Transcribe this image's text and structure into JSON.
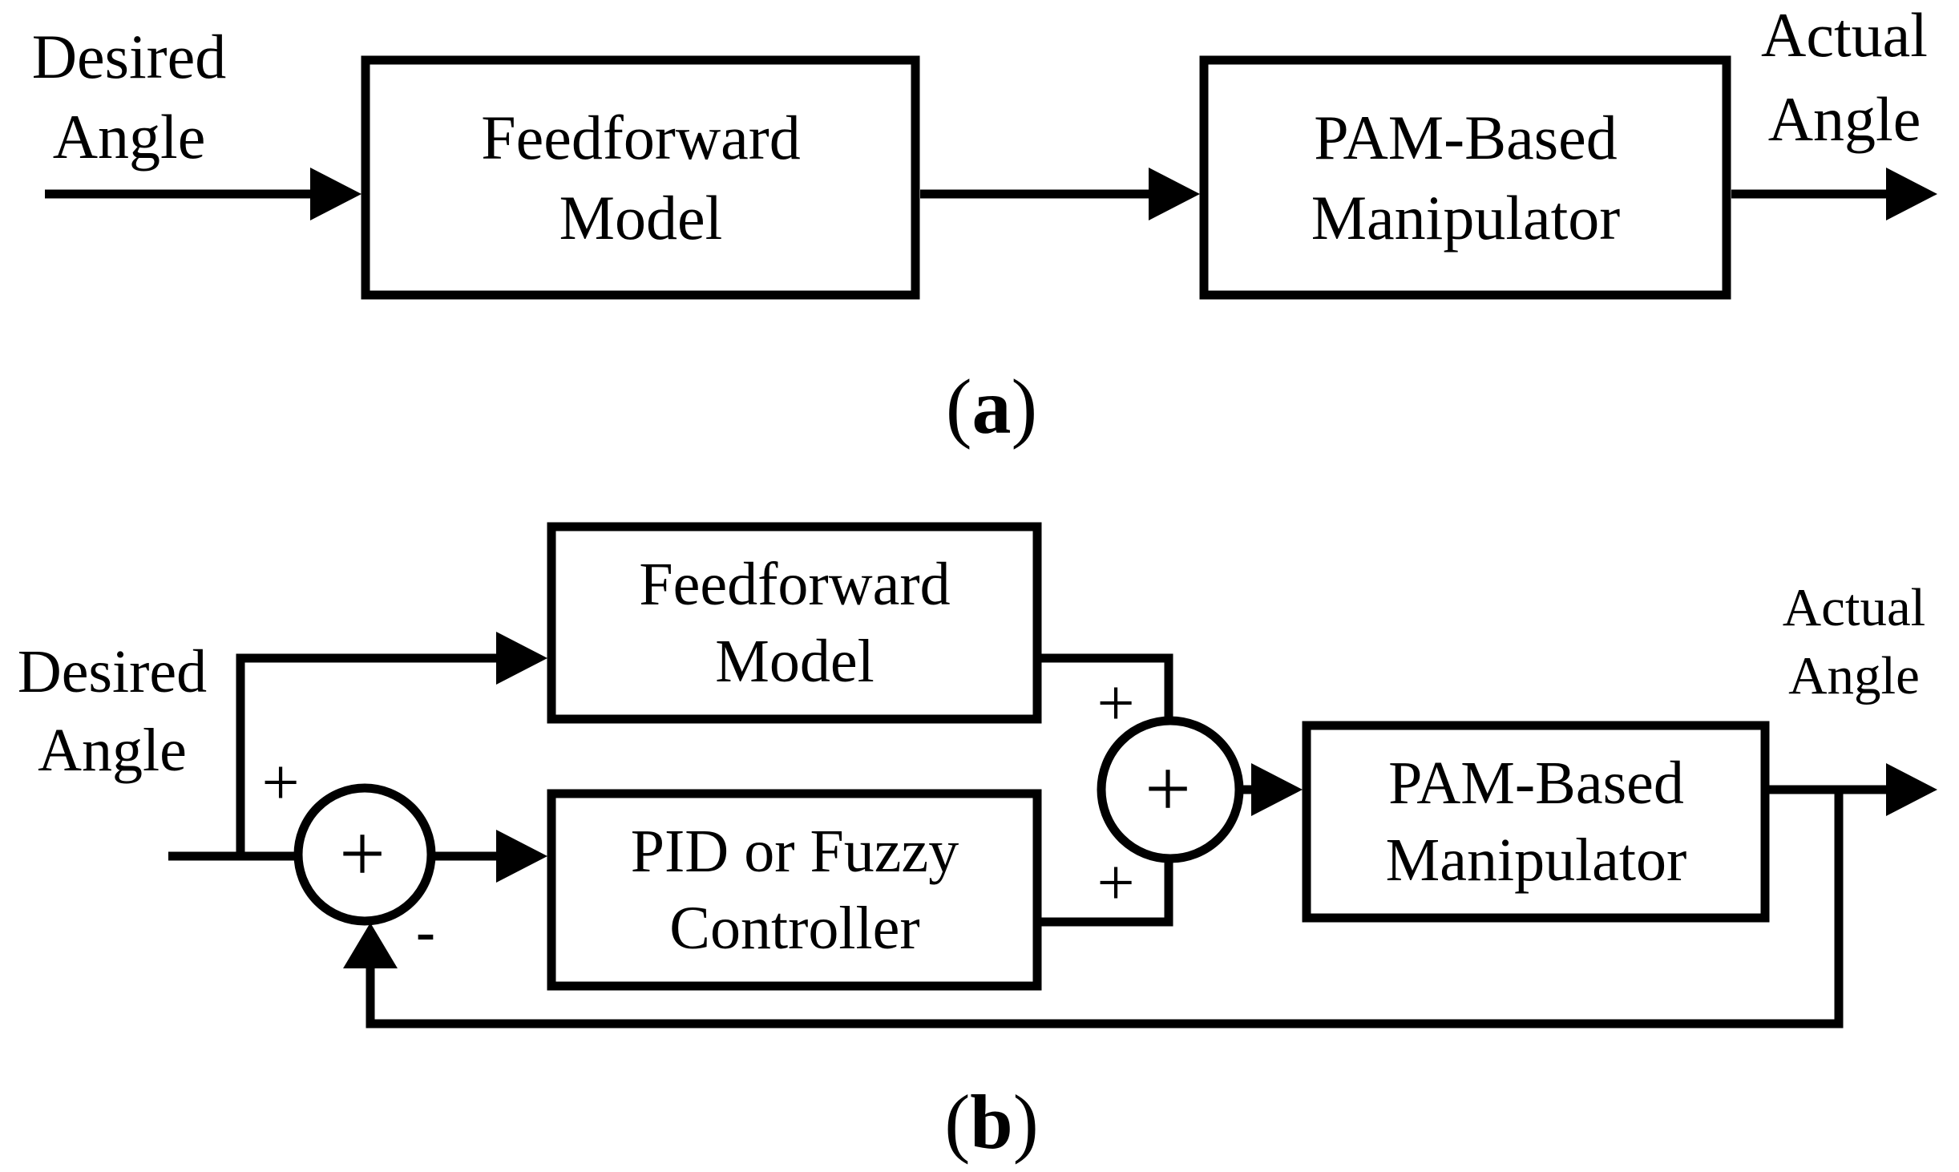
{
  "figure": {
    "background_color": "#ffffff",
    "ink_color": "#000000"
  },
  "diagram_a": {
    "caption_open": "(",
    "caption_letter": "a",
    "caption_close": ")",
    "input_label_line1": "Desired",
    "input_label_line2": "Angle",
    "output_label_line1": "Actual",
    "output_label_line2": "Angle",
    "feedforward_block_line1": "Feedforward",
    "feedforward_block_line2": "Model",
    "manipulator_block_line1": "PAM-Based",
    "manipulator_block_line2": "Manipulator"
  },
  "diagram_b": {
    "caption_open": "(",
    "caption_letter": "b",
    "caption_close": ")",
    "input_label_line1": "Desired",
    "input_label_line2": "Angle",
    "output_label_line1": "Actual",
    "output_label_line2": "Angle",
    "feedforward_block_line1": "Feedforward",
    "feedforward_block_line2": "Model",
    "controller_block_line1": "PID or Fuzzy",
    "controller_block_line2": "Controller",
    "manipulator_block_line1": "PAM-Based",
    "manipulator_block_line2": "Manipulator",
    "error_junction_input_sign": "+",
    "error_junction_center_sign": "+",
    "error_junction_feedback_sign": "-",
    "sum_junction_top_sign": "+",
    "sum_junction_center_sign": "+",
    "sum_junction_bottom_sign": "+"
  }
}
